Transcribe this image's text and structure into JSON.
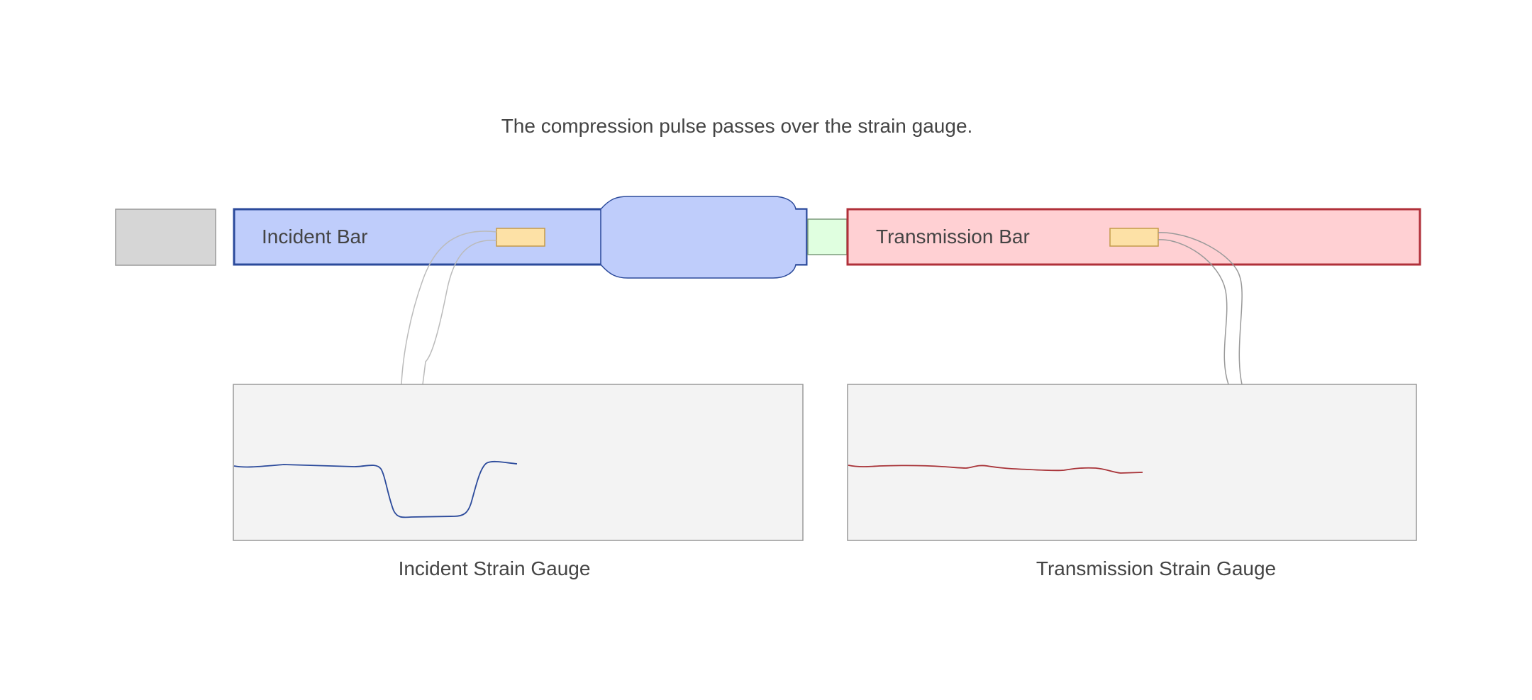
{
  "caption": "The compression pulse passes over the strain gauge.",
  "incident_bar": {
    "label": "Incident Bar"
  },
  "transmission_bar": {
    "label": "Transmission Bar"
  },
  "incident_gauge": {
    "label": "Incident Strain Gauge"
  },
  "transmission_gauge": {
    "label": "Transmission Strain Gauge"
  },
  "colors": {
    "striker": "#d6d6d6",
    "incident_fill": "#bfcdfb",
    "incident_stroke": "#2b4a9b",
    "specimen_fill": "#e0ffe0",
    "transmission_fill": "#ffd0d3",
    "transmission_stroke": "#b0303a",
    "gauge_fill": "#fde1a6",
    "scope_fill": "#f3f3f3",
    "incident_trace": "#2b4a9b",
    "transmission_trace": "#a83338"
  }
}
